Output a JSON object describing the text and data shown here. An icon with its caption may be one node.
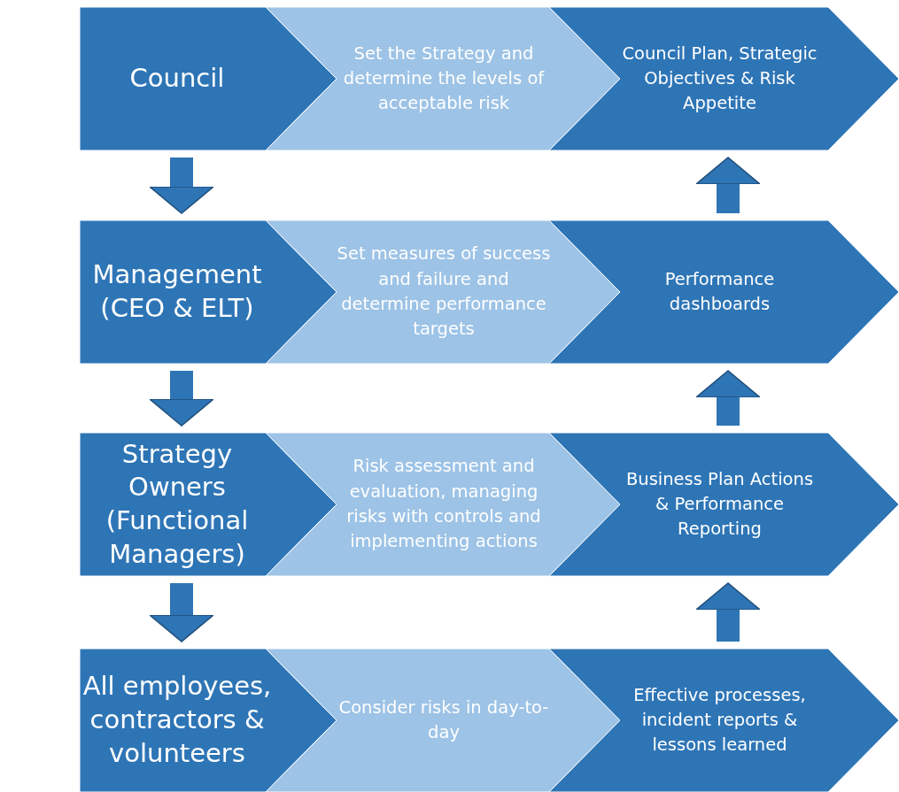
{
  "diagram": {
    "nodes": [
      {
        "text": [
          "Council"
        ]
      },
      {
        "text": [
          "Set the Strategy and determine the levels of acceptable risk"
        ]
      },
      {
        "text": [
          "Council Plan, Strategic Objectives & Risk Appetite"
        ]
      },
      {
        "text": [
          "Management (CEO & ELT)"
        ]
      },
      {
        "text": [
          "Set measures of success and failure and determine performance targets"
        ]
      },
      {
        "text": [
          "Performance dashboards"
        ]
      },
      {
        "text": [
          "Strategy Owners (Functional Managers)"
        ]
      },
      {
        "text": [
          "Risk assessment and evaluation, managing risks with controls and implementing actions"
        ]
      },
      {
        "text": [
          "Business Plan Actions & Performance Reporting"
        ]
      },
      {
        "text": [
          "All employees, contractors & volunteers"
        ]
      },
      {
        "text": [
          "Consider risks in day-to-day"
        ]
      },
      {
        "text": [
          "Effective processes, incident reports & lessons learned"
        ]
      }
    ],
    "edges": [
      {
        "from": 0,
        "to": 3,
        "arrow": "to"
      },
      {
        "from": 3,
        "to": 6,
        "arrow": "to"
      },
      {
        "from": 6,
        "to": 9,
        "arrow": "to"
      },
      {
        "from": 11,
        "to": 8,
        "arrow": "to"
      },
      {
        "from": 8,
        "to": 5,
        "arrow": "to"
      },
      {
        "from": 5,
        "to": 2,
        "arrow": "to"
      }
    ]
  }
}
